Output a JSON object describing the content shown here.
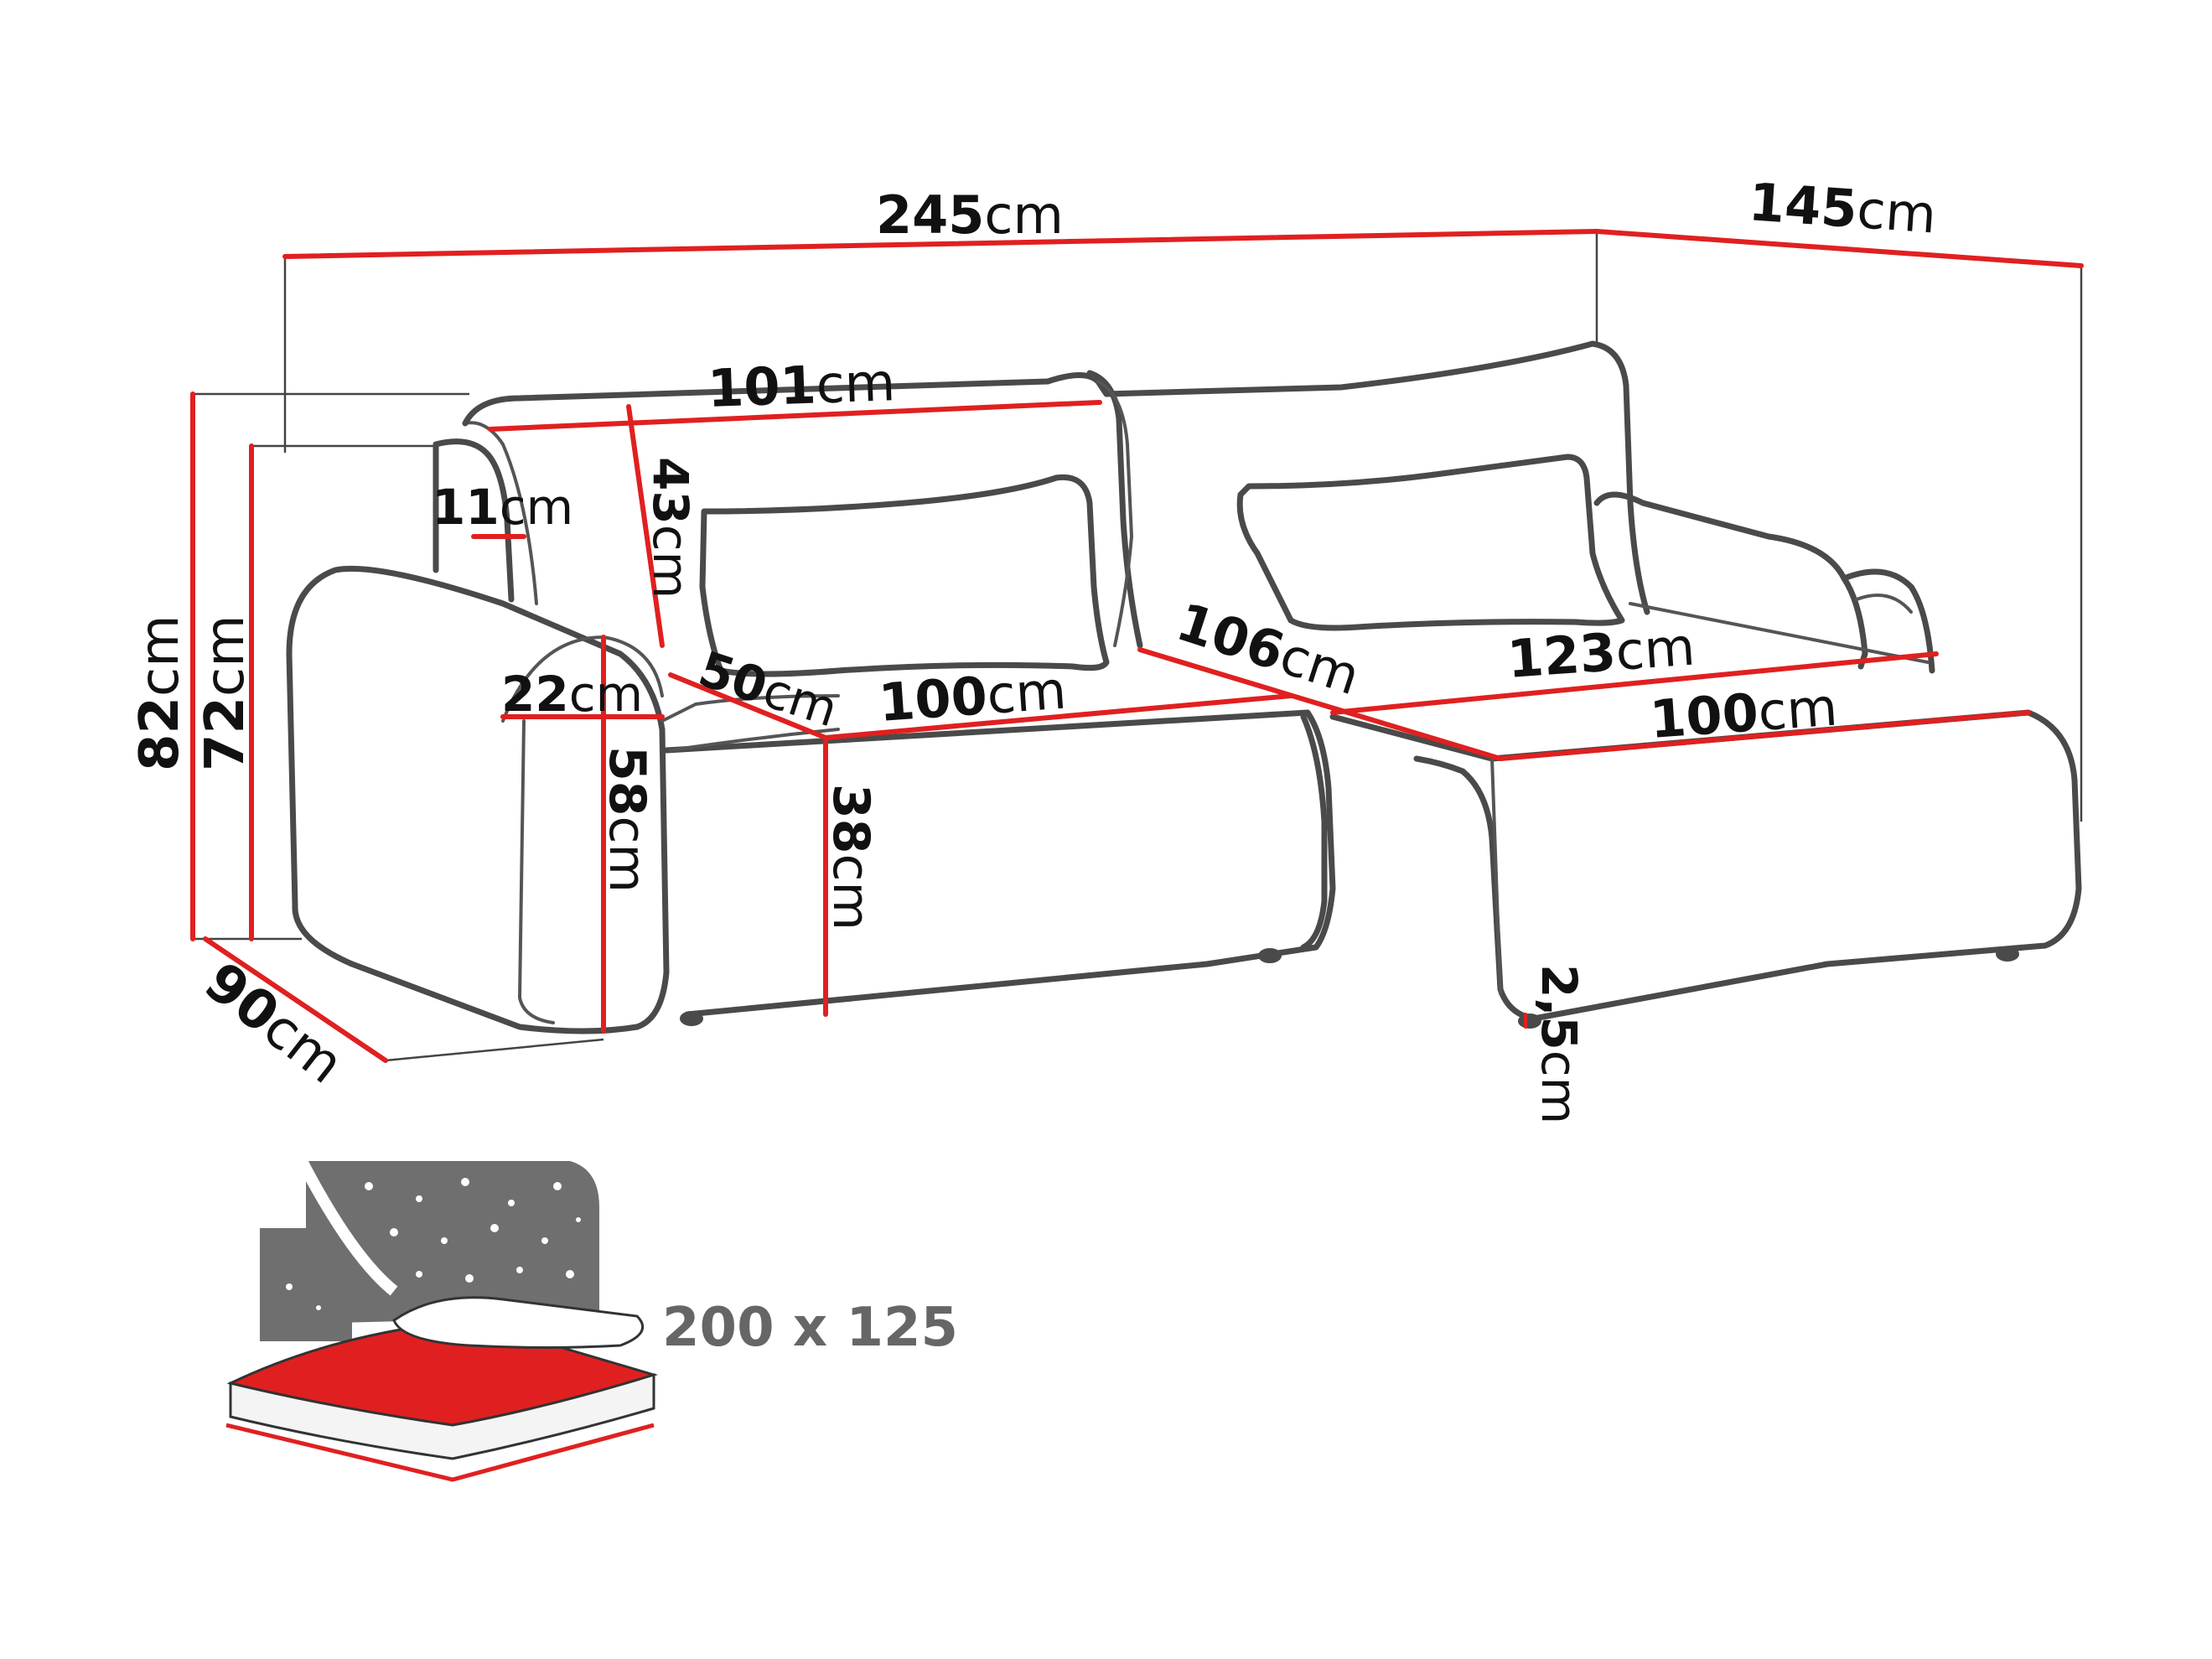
{
  "unit": "cm",
  "dimensions": {
    "total_width": "245",
    "chaise_depth": "145",
    "backrest_width": "101",
    "armrest_top": "11",
    "backrest_height": "43",
    "seat_depth": "50",
    "seat_width": "100",
    "armrest_width": "22",
    "armrest_height": "58",
    "seat_height": "38",
    "total_height": "82",
    "back_height": "72",
    "depth": "90",
    "diagonal_depth": "106",
    "chaise_length": "123",
    "chaise_width": "100",
    "leg_height": "2,5"
  },
  "sleeping_area": "200 x 125",
  "colors": {
    "dimension_line": "#e02020",
    "outline": "#4a4a4a",
    "mattress": "#e02020",
    "night_sky": "#6f6f6f"
  }
}
